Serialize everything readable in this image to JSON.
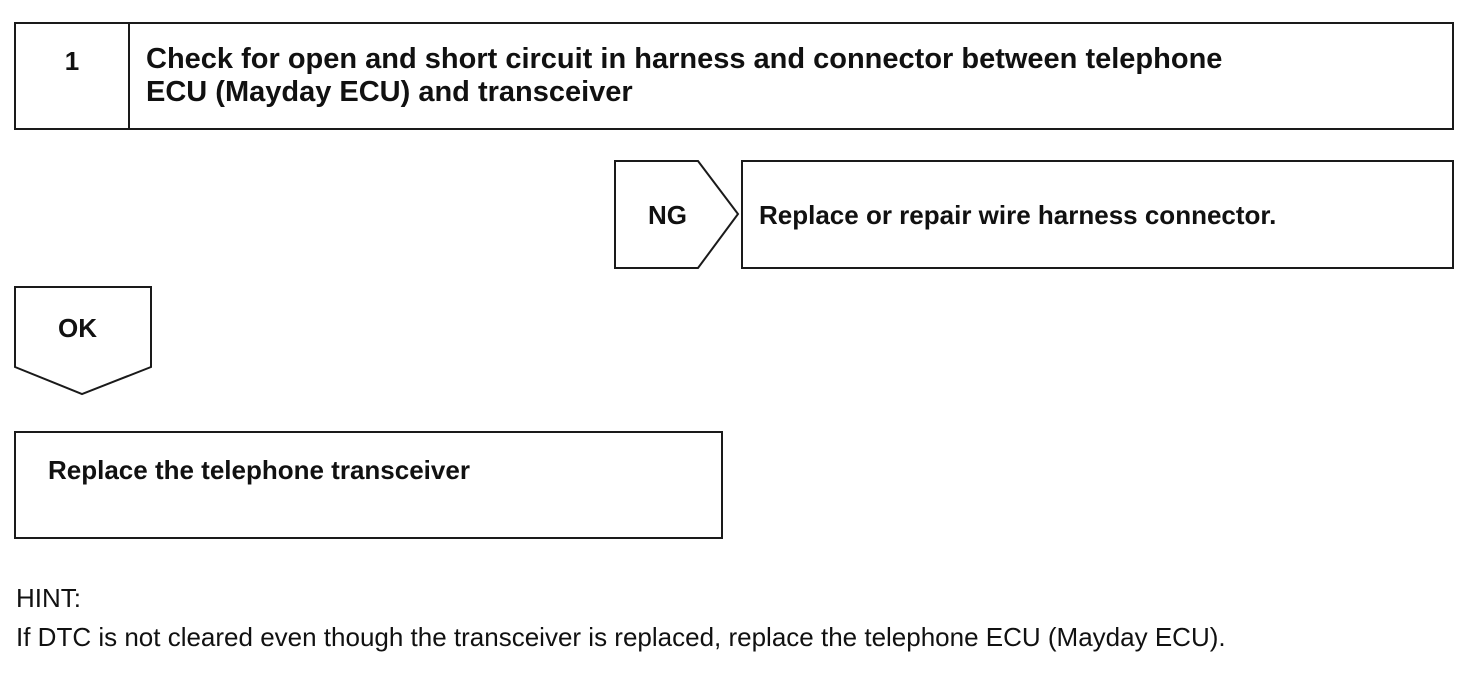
{
  "step": {
    "number": "1",
    "title_line1": "Check for open and short circuit in harness and connector between telephone",
    "title_line2": "ECU (Mayday ECU) and transceiver"
  },
  "ng_branch": {
    "label": "NG",
    "action": "Replace or repair wire harness connector."
  },
  "ok_branch": {
    "label": "OK",
    "action": "Replace the telephone transceiver"
  },
  "hint": {
    "label": "HINT:",
    "text": "If DTC is not cleared even though the transceiver is replaced, replace the telephone ECU (Mayday ECU)."
  }
}
